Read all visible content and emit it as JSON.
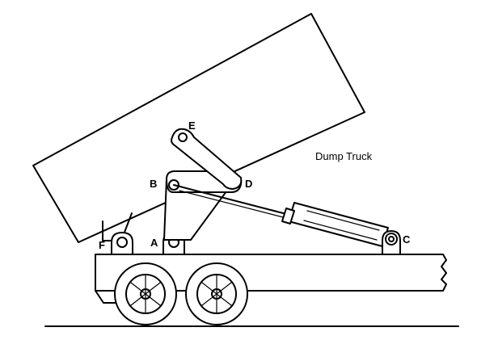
{
  "diagram": {
    "title": "Dump Truck",
    "labels": {
      "A": "A",
      "B": "B",
      "C": "C",
      "D": "D",
      "E": "E",
      "F": "F"
    }
  }
}
